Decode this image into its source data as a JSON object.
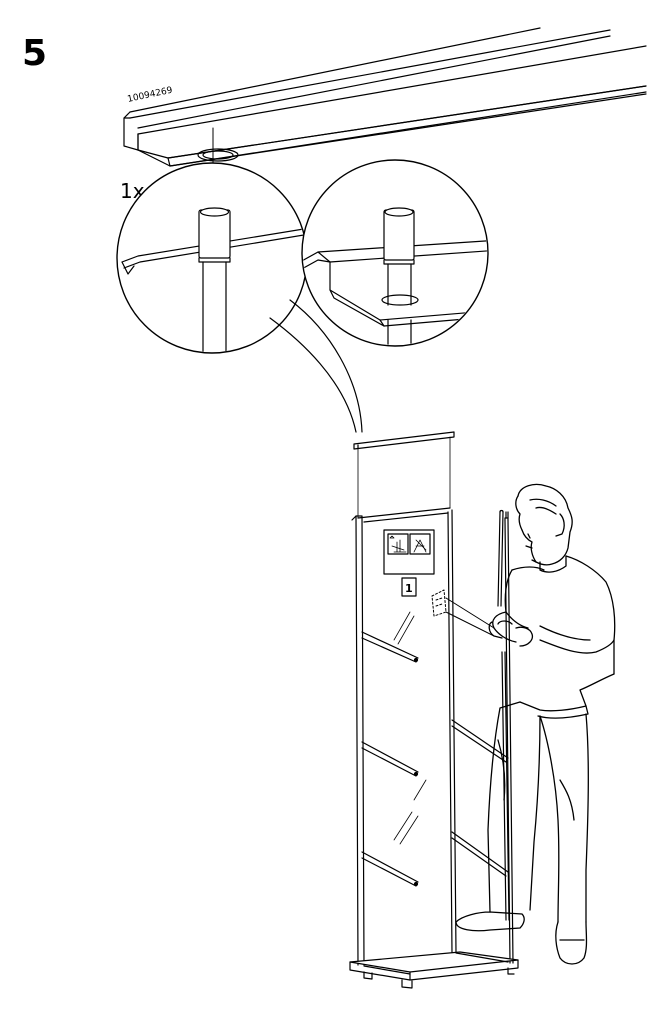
{
  "step": {
    "number": "5"
  },
  "part": {
    "id": "10094269",
    "quantity": "1x"
  },
  "warning_label": {
    "number": "1"
  }
}
